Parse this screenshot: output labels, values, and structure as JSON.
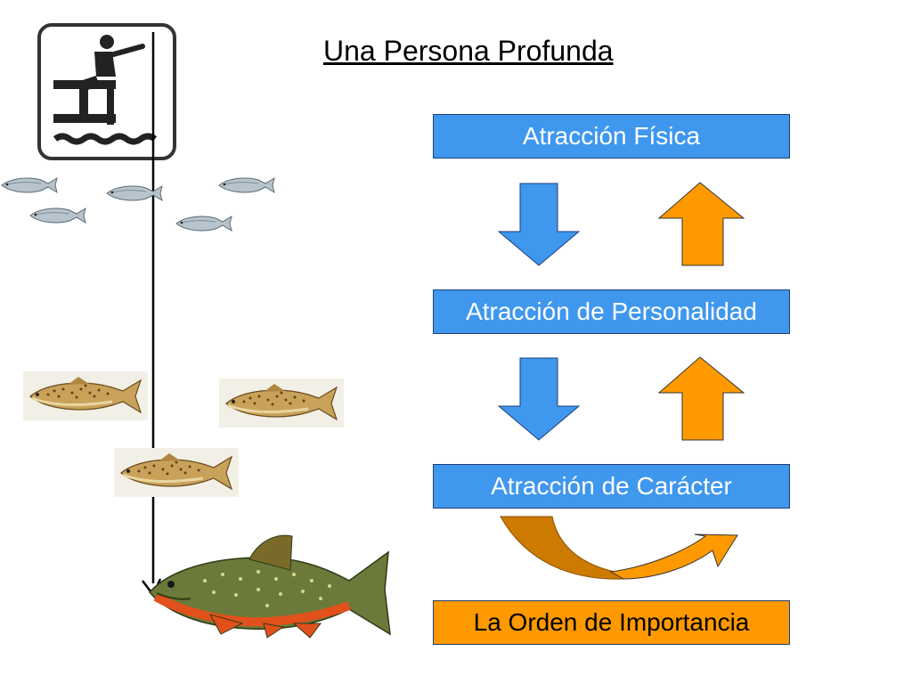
{
  "title": "Una Persona Profunda",
  "boxes": [
    {
      "label": "Atracción Física"
    },
    {
      "label": "Atracción de Personalidad"
    },
    {
      "label": "Atracción de Carácter"
    },
    {
      "label": "La Orden de Importancia"
    }
  ],
  "colors": {
    "box_blue": "#3f97ee",
    "box_orange": "#ff9900",
    "arrow_down": "#3f97ee",
    "arrow_up": "#ff9900",
    "curved_dark": "#cc7a00"
  },
  "icons": {
    "sign": "fishing-sign-icon",
    "small_fish": "small-silver-fish-icon",
    "medium_fish": "brown-trout-icon",
    "large_fish": "brook-trout-icon"
  }
}
